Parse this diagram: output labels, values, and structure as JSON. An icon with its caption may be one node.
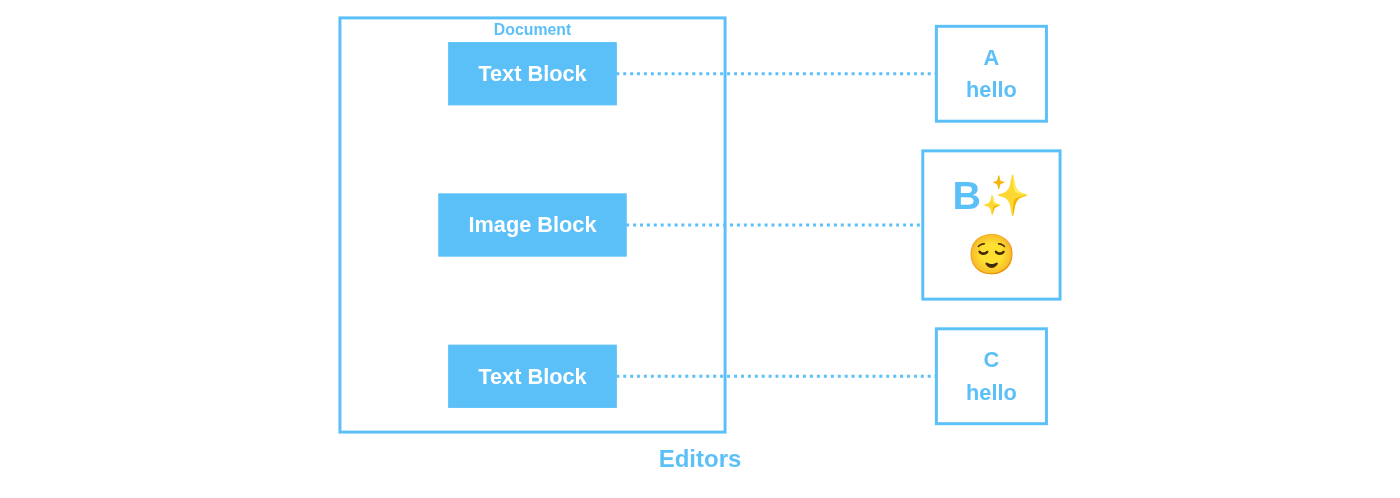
{
  "diagram": {
    "nodes": [
      {
        "text": [
          "Document"
        ]
      },
      {
        "text": [
          "Text Block"
        ],
        "in": 0
      },
      {
        "text": [
          "Image Block"
        ],
        "in": 0
      },
      {
        "text": [
          "Text Block"
        ],
        "in": 0
      },
      {
        "text": [
          "A",
          "hello"
        ]
      },
      {
        "text": [
          "B✨",
          "😌"
        ]
      },
      {
        "text": [
          "C",
          "hello"
        ]
      }
    ],
    "edges": [
      {
        "from": 1,
        "to": 4,
        "arrow": "none",
        "style": "dashed"
      },
      {
        "from": 2,
        "to": 5,
        "arrow": "none",
        "style": "dashed"
      },
      {
        "from": 3,
        "to": 6,
        "arrow": "none",
        "style": "dashed"
      }
    ],
    "labels": [
      "Editors"
    ]
  }
}
